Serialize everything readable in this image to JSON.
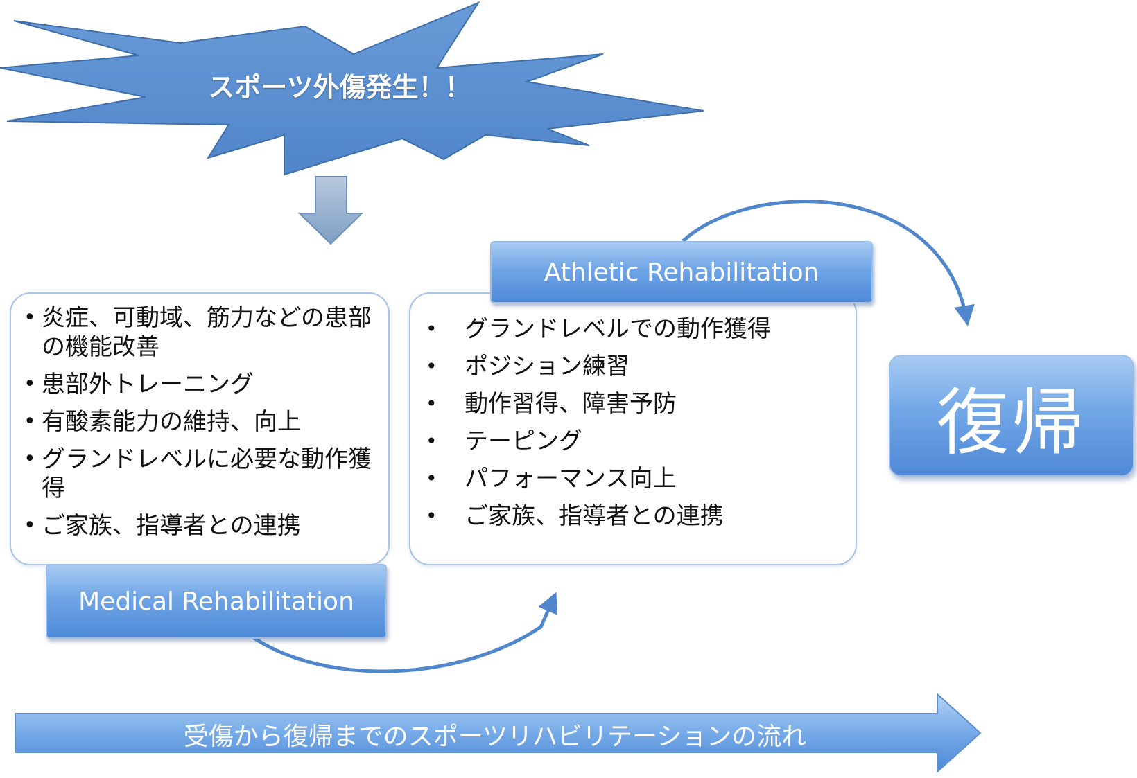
{
  "burst": {
    "text": "スポーツ外傷発生！！"
  },
  "medical": {
    "label": "Medical Rehabilitation",
    "items": [
      "炎症、可動域、筋力などの患部の機能改善",
      "患部外トレーニング",
      "有酸素能力の維持、向上",
      "グランドレベルに必要な動作獲得",
      "ご家族、指導者との連携"
    ]
  },
  "athletic": {
    "label": "Athletic Rehabilitation",
    "items": [
      "グランドレベルでの動作獲得",
      "ポジション練習",
      "動作習得、障害予防",
      "テーピング",
      "パフォーマンス向上",
      "ご家族、指導者との連携"
    ]
  },
  "return_box": {
    "text": "復帰"
  },
  "flow_arrow": {
    "text": "受傷から復帰までのスポーツリハビリテーションの流れ"
  },
  "colors": {
    "primary": "#5b92d8",
    "light": "#a8cbf2",
    "dark": "#3f73b8",
    "border": "#a9c4e6"
  }
}
